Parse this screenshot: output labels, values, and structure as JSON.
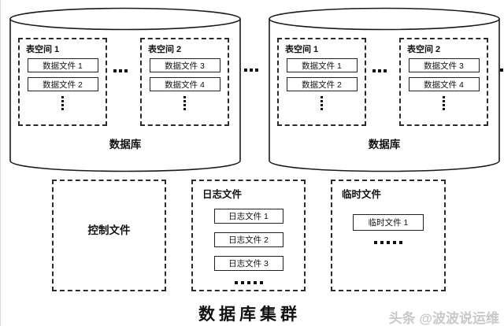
{
  "page": {
    "title": "数据库集群",
    "watermark": "头条 @波波说运维"
  },
  "databases": [
    {
      "label": "数据库",
      "tablespaces": [
        {
          "label": "表空间 1",
          "files": [
            "数据文件 1",
            "数据文件 2"
          ]
        },
        {
          "label": "表空间 2",
          "files": [
            "数据文件 3",
            "数据文件 4"
          ]
        }
      ]
    },
    {
      "label": "数据库",
      "tablespaces": [
        {
          "label": "表空间 1",
          "files": [
            "数据文件 1",
            "数据文件 2"
          ]
        },
        {
          "label": "表空间 2",
          "files": [
            "数据文件 3",
            "数据文件 4"
          ]
        }
      ]
    }
  ],
  "control_file_box": {
    "label": "控制文件"
  },
  "log_file_box": {
    "label": "日志文件",
    "files": [
      "日志文件 1",
      "日志文件 2",
      "日志文件 3"
    ]
  },
  "temp_file_box": {
    "label": "临时文件",
    "files": [
      "临时文件 1"
    ]
  },
  "colors": {
    "stroke": "#1a1a1a",
    "dashed_border": "#2b2b2b",
    "watermark": "#c8c8c8",
    "background": "#ffffff"
  }
}
